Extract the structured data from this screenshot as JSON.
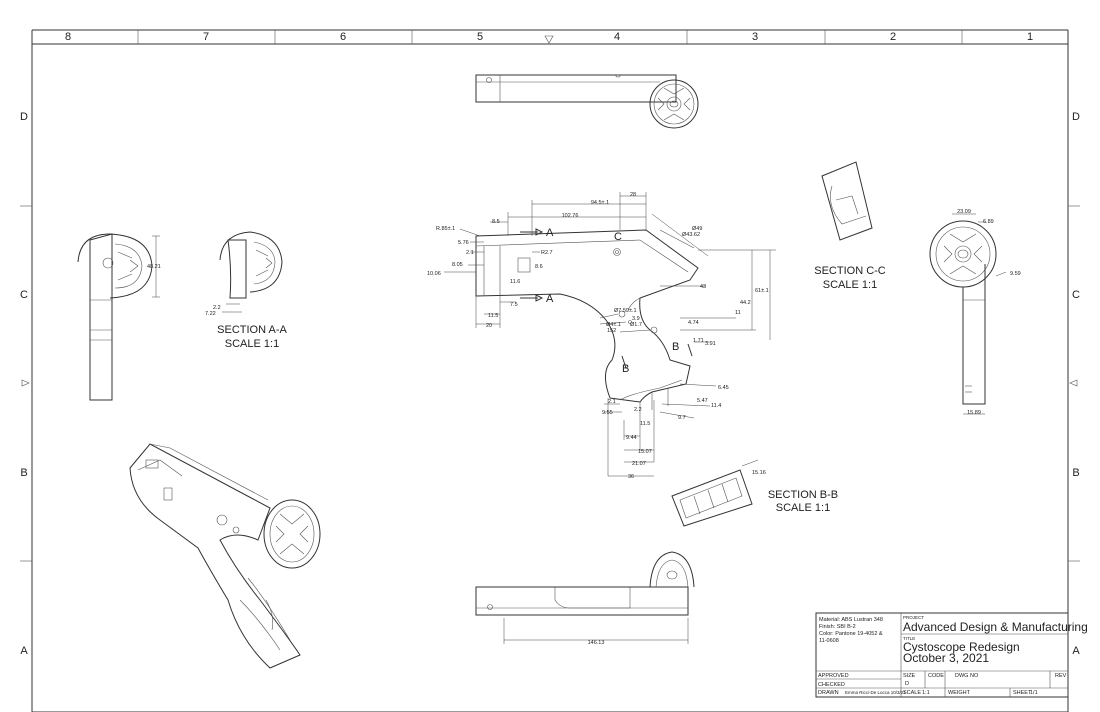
{
  "border": {
    "top_zones": [
      "8",
      "7",
      "6",
      "5",
      "4",
      "3",
      "2",
      "1"
    ],
    "side_zones": [
      "D",
      "C",
      "B",
      "A"
    ]
  },
  "sections": {
    "a": {
      "title": "SECTION A-A",
      "scale": "SCALE 1:1"
    },
    "b": {
      "title": "SECTION B-B",
      "scale": "SCALE 1:1"
    },
    "c": {
      "title": "SECTION C-C",
      "scale": "SCALE 1:1"
    }
  },
  "section_markers": {
    "a": "A",
    "b": "B",
    "c": "C"
  },
  "dimensions": {
    "sec_a": {
      "d1": "48.21",
      "d2": "2.2",
      "d3": "7.22"
    },
    "sec_c": {
      "d1": "23.09",
      "d2": "6.89",
      "d3": "9.59",
      "d4": "15.89"
    },
    "sec_b": {
      "d1": "15.16"
    },
    "bottom": {
      "d1": "146.13"
    },
    "main": {
      "top1": "28",
      "top2": "94.5±.1",
      "top3": "102.76",
      "top4": "8.5",
      "radius": "R.85±.1",
      "d576": "5.76",
      "d21": "2.1",
      "d805": "8.05",
      "d1006": "10.06",
      "r27": "R2.7",
      "d86": "8.6",
      "d116": "11.6",
      "d75": "7.5",
      "d115": "11.5",
      "d20": "20",
      "dia49": "Ø49",
      "dia4362": "Ø43.62",
      "d43": "43",
      "d442": "44.2",
      "d61": "61±.1",
      "d11": "11",
      "d474": "4.74",
      "d171": "1.71",
      "d391": "3.91",
      "dia759": "Ø7.59±.1",
      "dia4": "Ø4±.1",
      "d39": "3.9",
      "dia17": "Ø1.7",
      "d152": "152",
      "d645": "6.45",
      "d547": "5.47",
      "d114": "11.4",
      "d97": "9.7",
      "d21b": "2.1",
      "d955": "9.55",
      "d22": "2.2",
      "d115b": "11.5",
      "d944": "9.44",
      "d1507": "15.07",
      "d2107": "21.07",
      "d36": "36"
    }
  },
  "title_block": {
    "notes": [
      "Material: ABS Lustran 348",
      "Finish: SBI B-2",
      "Color: Pantone 19-4052 &",
      "11-0608"
    ],
    "project_label": "PROJECT",
    "project": "Advanced Design & Manufacturing",
    "title_label": "TITLE",
    "title": "Cystoscope Redesign",
    "date": "October 3, 2021",
    "approved_label": "APPROVED",
    "checked_label": "CHECKED",
    "drawn_label": "DRAWN",
    "drawn_by": "Emma Ricci-De Lucca 10/3/21",
    "size_label": "SIZE",
    "size": "D",
    "code_label": "CODE",
    "dwg_label": "DWG NO",
    "rev_label": "REV",
    "scale_label": "SCALE",
    "scale": "1:1",
    "weight_label": "WEIGHT",
    "sheet_label": "SHEET",
    "sheet": "1/1"
  }
}
